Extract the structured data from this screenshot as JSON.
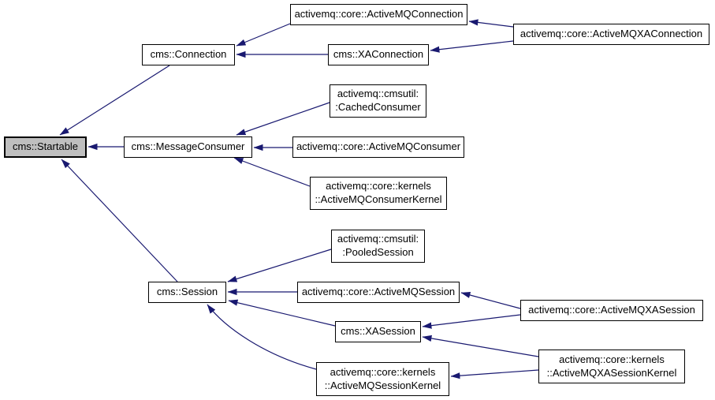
{
  "diagram": {
    "kind": "class-inheritance-graph",
    "base_class": "cms::Startable",
    "colors": {
      "background": "#ffffff",
      "edge": "#191970",
      "node_fill": "#ffffff",
      "node_border": "#000000",
      "highlighted_node_fill": "#bfbfbf"
    },
    "nodes": [
      {
        "id": "startable",
        "label": "cms::Startable",
        "highlighted": true
      },
      {
        "id": "connection",
        "label": "cms::Connection",
        "highlighted": false
      },
      {
        "id": "activemq-connection",
        "label": "activemq::core::ActiveMQConnection",
        "highlighted": false
      },
      {
        "id": "xa-connection",
        "label": "cms::XAConnection",
        "highlighted": false
      },
      {
        "id": "activemq-xa-connection",
        "label": "activemq::core::ActiveMQXAConnection",
        "highlighted": false
      },
      {
        "id": "cached-consumer",
        "label": "activemq::cmsutil:\n:CachedConsumer",
        "highlighted": false
      },
      {
        "id": "message-consumer",
        "label": "cms::MessageConsumer",
        "highlighted": false
      },
      {
        "id": "activemq-consumer",
        "label": "activemq::core::ActiveMQConsumer",
        "highlighted": false
      },
      {
        "id": "activemq-consumer-kernel",
        "label": "activemq::core::kernels\n::ActiveMQConsumerKernel",
        "highlighted": false
      },
      {
        "id": "pooled-session",
        "label": "activemq::cmsutil:\n:PooledSession",
        "highlighted": false
      },
      {
        "id": "session",
        "label": "cms::Session",
        "highlighted": false
      },
      {
        "id": "activemq-session",
        "label": "activemq::core::ActiveMQSession",
        "highlighted": false
      },
      {
        "id": "xa-session",
        "label": "cms::XASession",
        "highlighted": false
      },
      {
        "id": "activemq-xa-session",
        "label": "activemq::core::ActiveMQXASession",
        "highlighted": false
      },
      {
        "id": "activemq-session-kernel",
        "label": "activemq::core::kernels\n::ActiveMQSessionKernel",
        "highlighted": false
      },
      {
        "id": "activemq-xa-session-kernel",
        "label": "activemq::core::kernels\n::ActiveMQXASessionKernel",
        "highlighted": false
      }
    ],
    "edges": [
      {
        "from": "cms::Connection",
        "to": "cms::Startable"
      },
      {
        "from": "cms::MessageConsumer",
        "to": "cms::Startable"
      },
      {
        "from": "cms::Session",
        "to": "cms::Startable"
      },
      {
        "from": "activemq::core::ActiveMQConnection",
        "to": "cms::Connection"
      },
      {
        "from": "cms::XAConnection",
        "to": "cms::Connection"
      },
      {
        "from": "activemq::core::ActiveMQXAConnection",
        "to": "activemq::core::ActiveMQConnection"
      },
      {
        "from": "activemq::core::ActiveMQXAConnection",
        "to": "cms::XAConnection"
      },
      {
        "from": "activemq::cmsutil::CachedConsumer",
        "to": "cms::MessageConsumer"
      },
      {
        "from": "activemq::core::ActiveMQConsumer",
        "to": "cms::MessageConsumer"
      },
      {
        "from": "activemq::core::kernels::ActiveMQConsumerKernel",
        "to": "cms::MessageConsumer"
      },
      {
        "from": "activemq::cmsutil::PooledSession",
        "to": "cms::Session"
      },
      {
        "from": "activemq::core::ActiveMQSession",
        "to": "cms::Session"
      },
      {
        "from": "cms::XASession",
        "to": "cms::Session"
      },
      {
        "from": "activemq::core::kernels::ActiveMQSessionKernel",
        "to": "cms::Session"
      },
      {
        "from": "activemq::core::ActiveMQXASession",
        "to": "activemq::core::ActiveMQSession"
      },
      {
        "from": "activemq::core::ActiveMQXASession",
        "to": "cms::XASession"
      },
      {
        "from": "activemq::core::kernels::ActiveMQXASessionKernel",
        "to": "cms::XASession"
      },
      {
        "from": "activemq::core::kernels::ActiveMQXASessionKernel",
        "to": "activemq::core::kernels::ActiveMQSessionKernel"
      }
    ]
  }
}
